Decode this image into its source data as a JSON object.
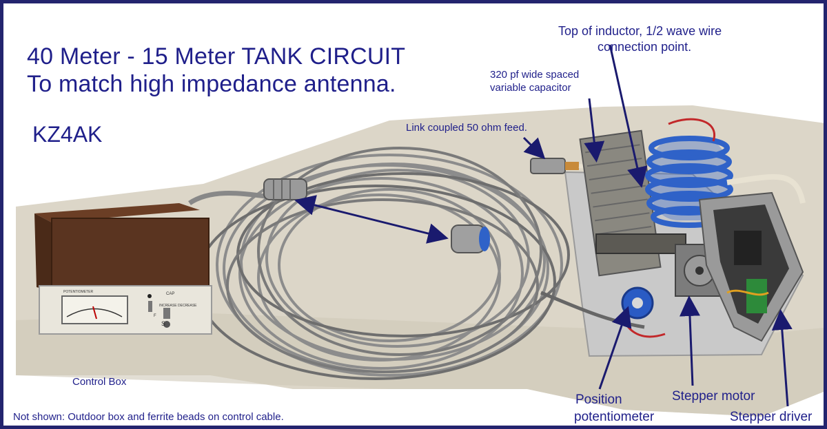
{
  "title": {
    "line1": "40 Meter - 15 Meter TANK CIRCUIT",
    "line2": "To match high impedance antenna."
  },
  "callsign": "KZ4AK",
  "labels": {
    "inductor_top_1": "Top of inductor, 1/2 wave wire",
    "inductor_top_2": "connection point.",
    "capacitor_1": "320 pf wide spaced",
    "capacitor_2": "variable capacitor",
    "link_feed": "Link coupled 50 ohm feed.",
    "control_box": "Control Box",
    "not_shown": "Not shown: Outdoor box and ferrite beads on control cable.",
    "position_pot_1": "Position",
    "position_pot_2": "potentiometer",
    "stepper_motor": "Stepper motor",
    "stepper_driver": "Stepper driver"
  },
  "control_panel": {
    "meter_label": "POTENTIOMETER",
    "cap_label": "CAP",
    "increase_label": "INCREASE",
    "decrease_label": "DECREASE",
    "f_label": "F",
    "s_label": "S"
  },
  "colors": {
    "label_text": "#1f1f8a",
    "border": "#23246e",
    "arrow": "#1a1a6e",
    "floor": "#dcd6c8",
    "wood": "#5a3420",
    "cable": "#8c8c8c",
    "coil": "#2f62c8"
  }
}
